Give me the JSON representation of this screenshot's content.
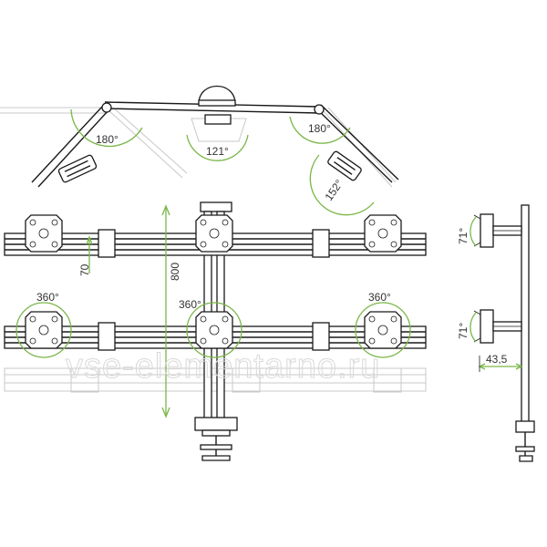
{
  "colors": {
    "dimension": "#7ab648",
    "line": "#1a1a1a",
    "ghost": "#c8c8c8"
  },
  "labels": {
    "top_left_angle": "180°",
    "top_center_angle": "121°",
    "top_right_angle": "180°",
    "top_right_tilt": "152°",
    "height": "800",
    "spacing": "70",
    "rot_left": "360°",
    "rot_center": "360°",
    "rot_right": "360°",
    "side_tilt_top": "71°",
    "side_tilt_bottom": "71°",
    "side_depth": "43,5"
  },
  "watermark": "vse-elementarno.ru"
}
